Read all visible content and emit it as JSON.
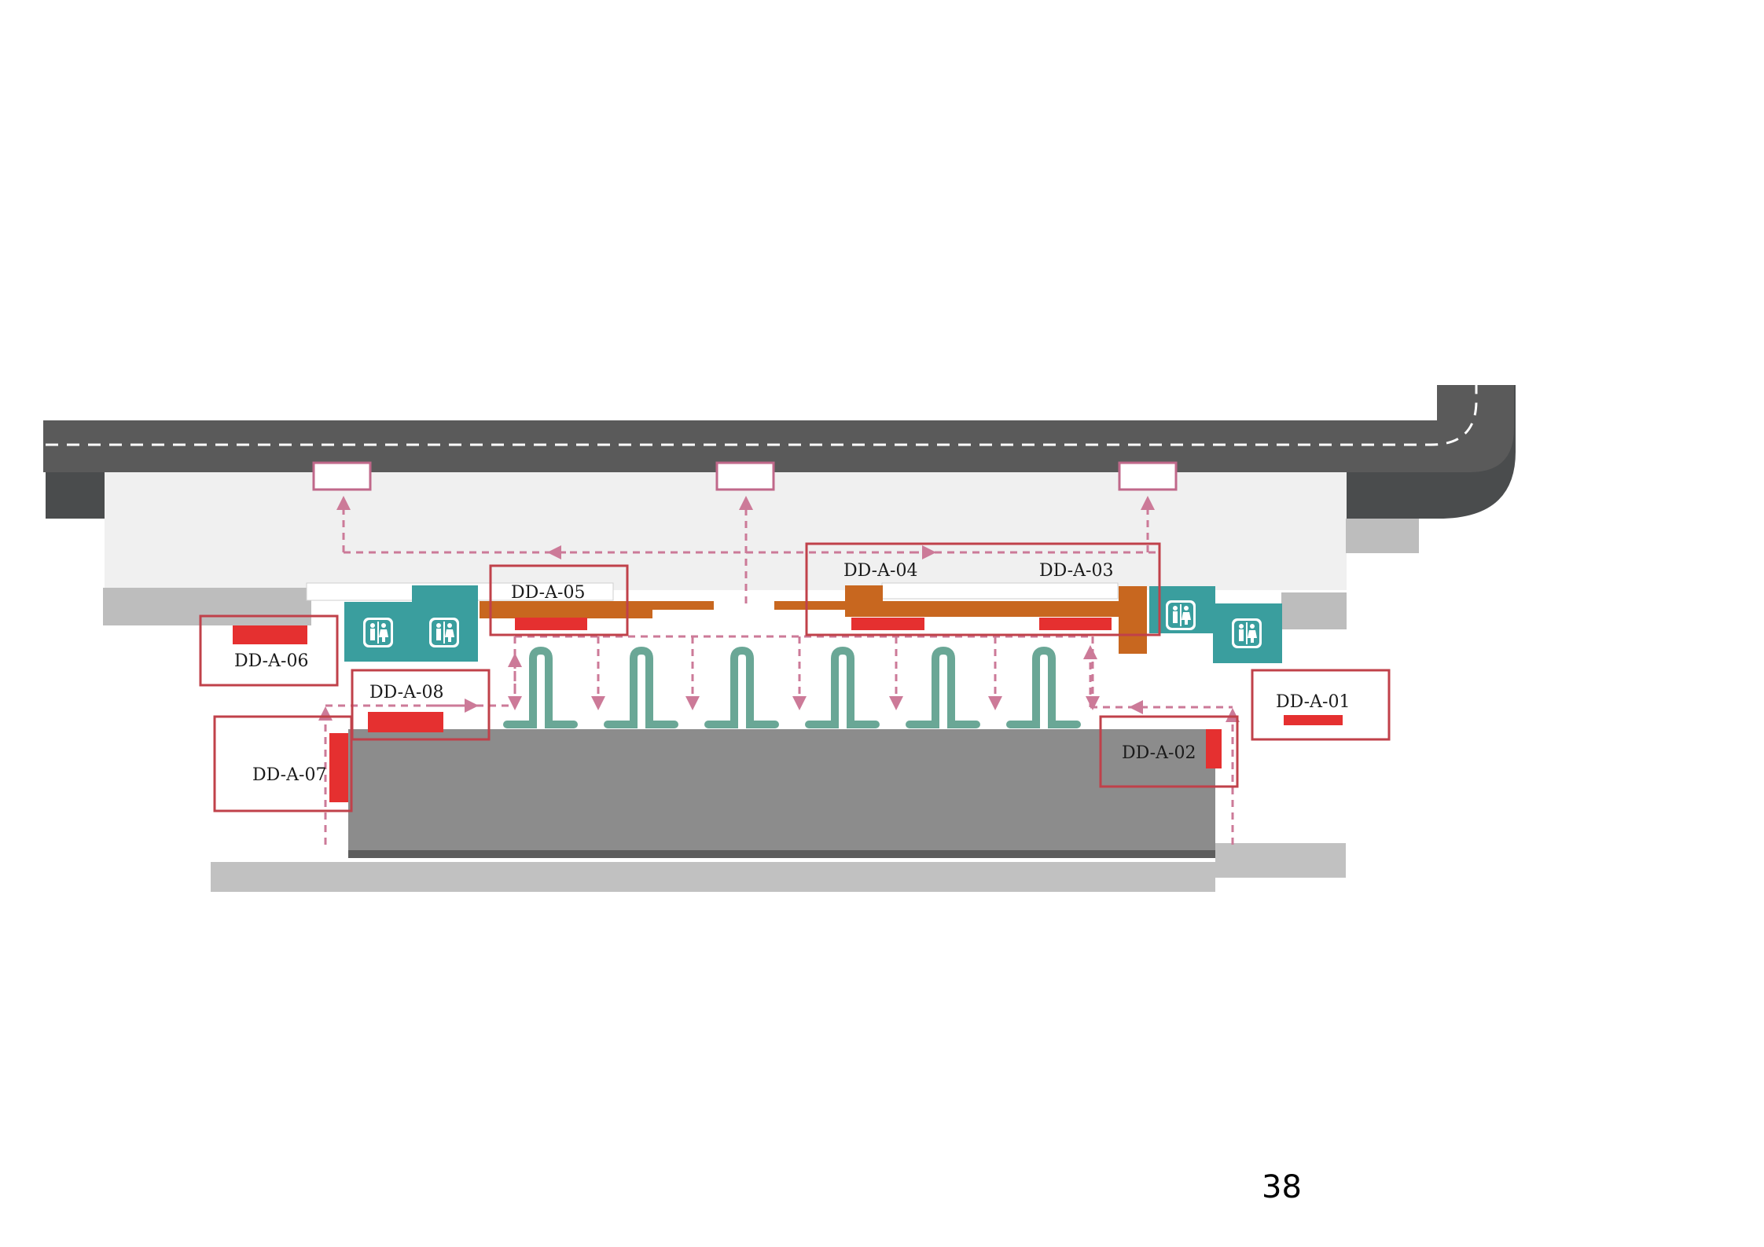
{
  "page_number": "38",
  "colors": {
    "road": "#5a5a5a",
    "road_dark": "#4a4c4d",
    "platform_light": "#f0f0f0",
    "curb_gray": "#bdbdbd",
    "building_gray": "#8c8c8c",
    "teal": "#3a9e9e",
    "orange": "#c8671f",
    "sign_red": "#e53030",
    "box_red": "#c0414a",
    "dash_pink": "#cc7a98",
    "queue_green": "#6aa796"
  },
  "icons": {
    "restroom": "restroom-icon"
  },
  "signs": [
    {
      "id": "DD-A-01"
    },
    {
      "id": "DD-A-02"
    },
    {
      "id": "DD-A-03"
    },
    {
      "id": "DD-A-04"
    },
    {
      "id": "DD-A-05"
    },
    {
      "id": "DD-A-06"
    },
    {
      "id": "DD-A-07"
    },
    {
      "id": "DD-A-08"
    }
  ]
}
